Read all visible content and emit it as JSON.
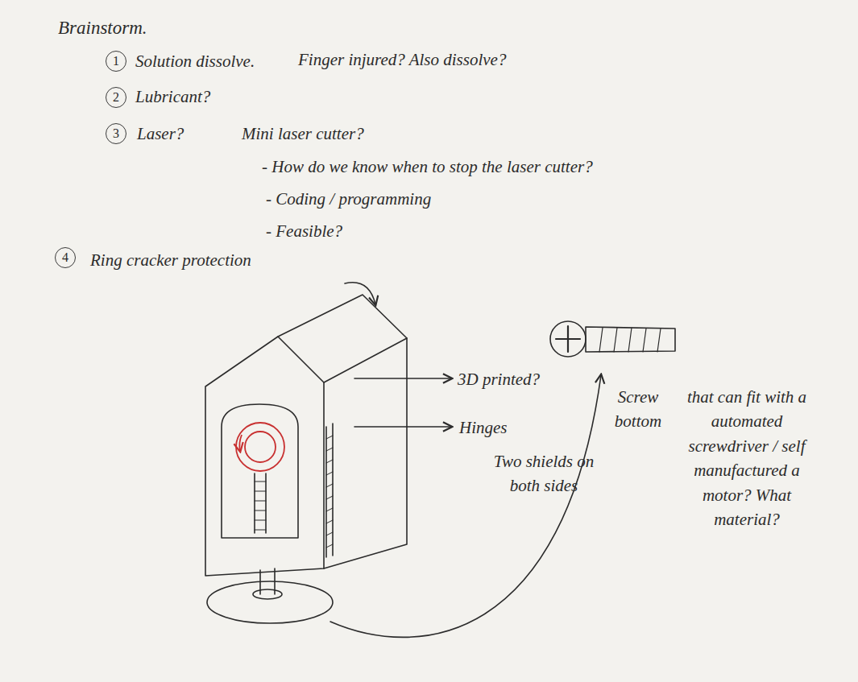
{
  "diagram": {
    "title": "Brainstorm.",
    "labels": [
      "1",
      "Solution dissolve.",
      "Finger injured? Also dissolve?",
      "2",
      "Lubricant?",
      "3",
      "Laser?",
      "Mini laser cutter?",
      "- How do we know when to stop the laser cutter?",
      "- Coding / programming",
      "- Feasible?",
      "4",
      "Ring cracker protection",
      "3D printed?",
      "Hinges",
      "Two shields on both sides",
      "Screw bottom",
      "that can fit with a automated screwdriver / self manufactured a motor? What material?"
    ]
  }
}
